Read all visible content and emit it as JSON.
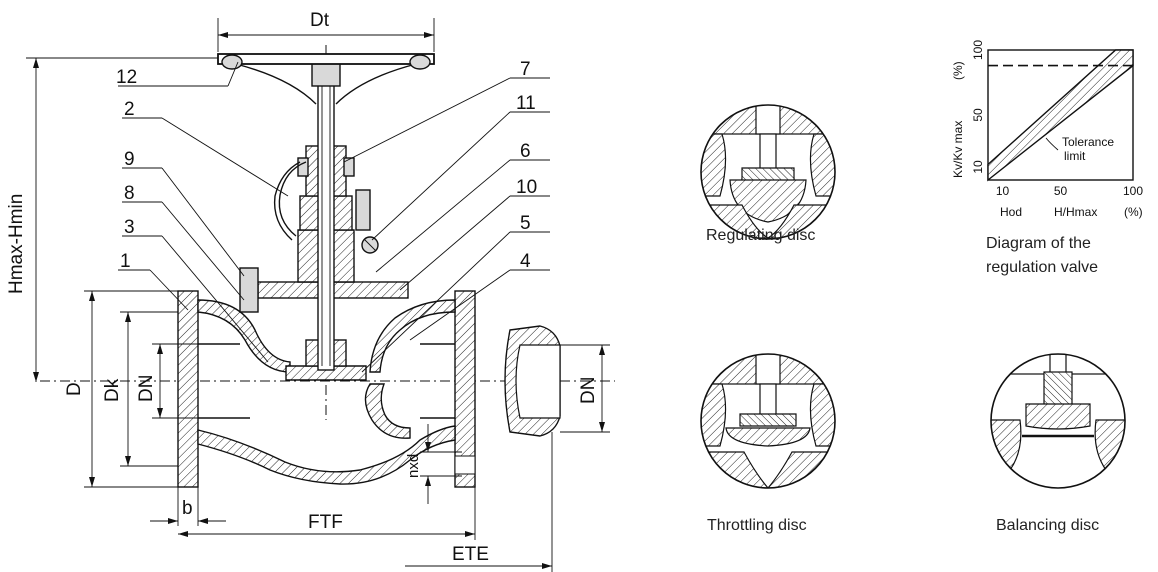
{
  "drawing": {
    "part_numbers": [
      "12",
      "2",
      "9",
      "8",
      "3",
      "1",
      "7",
      "11",
      "6",
      "10",
      "5",
      "4"
    ],
    "dimensions": {
      "Dt": "Dt",
      "Hmax_Hmin": "Hmax-Hmin",
      "D": "D",
      "Dk": "Dk",
      "DN_left": "DN",
      "DN_right": "DN",
      "nxd": "nxd",
      "b": "b",
      "FTF": "FTF",
      "ETE": "ETE"
    }
  },
  "details": {
    "regulating": "Regulating disc",
    "throttling": "Throttling disc",
    "balancing": "Balancing disc"
  },
  "chart": {
    "caption_line1": "Diagram of the",
    "caption_line2": "regulation valve"
  },
  "chart_data": {
    "type": "area",
    "xlabel_left": "Hod",
    "xlabel": "H/Hmax",
    "xunit": "(%)",
    "ylabel": "Kv/Kv max",
    "yunit": "(%)",
    "x_ticks": [
      "10",
      "50",
      "100"
    ],
    "y_ticks": [
      "10",
      "50",
      "100"
    ],
    "xlim": [
      0,
      100
    ],
    "ylim": [
      0,
      100
    ],
    "band_lower": [
      {
        "x": 0,
        "y": 0
      },
      {
        "x": 100,
        "y": 88
      }
    ],
    "band_upper": [
      {
        "x": 0,
        "y": 12
      },
      {
        "x": 88,
        "y": 100
      }
    ],
    "reference_y": 88,
    "annotation_line1": "Tolerance",
    "annotation_line2": "limit"
  }
}
